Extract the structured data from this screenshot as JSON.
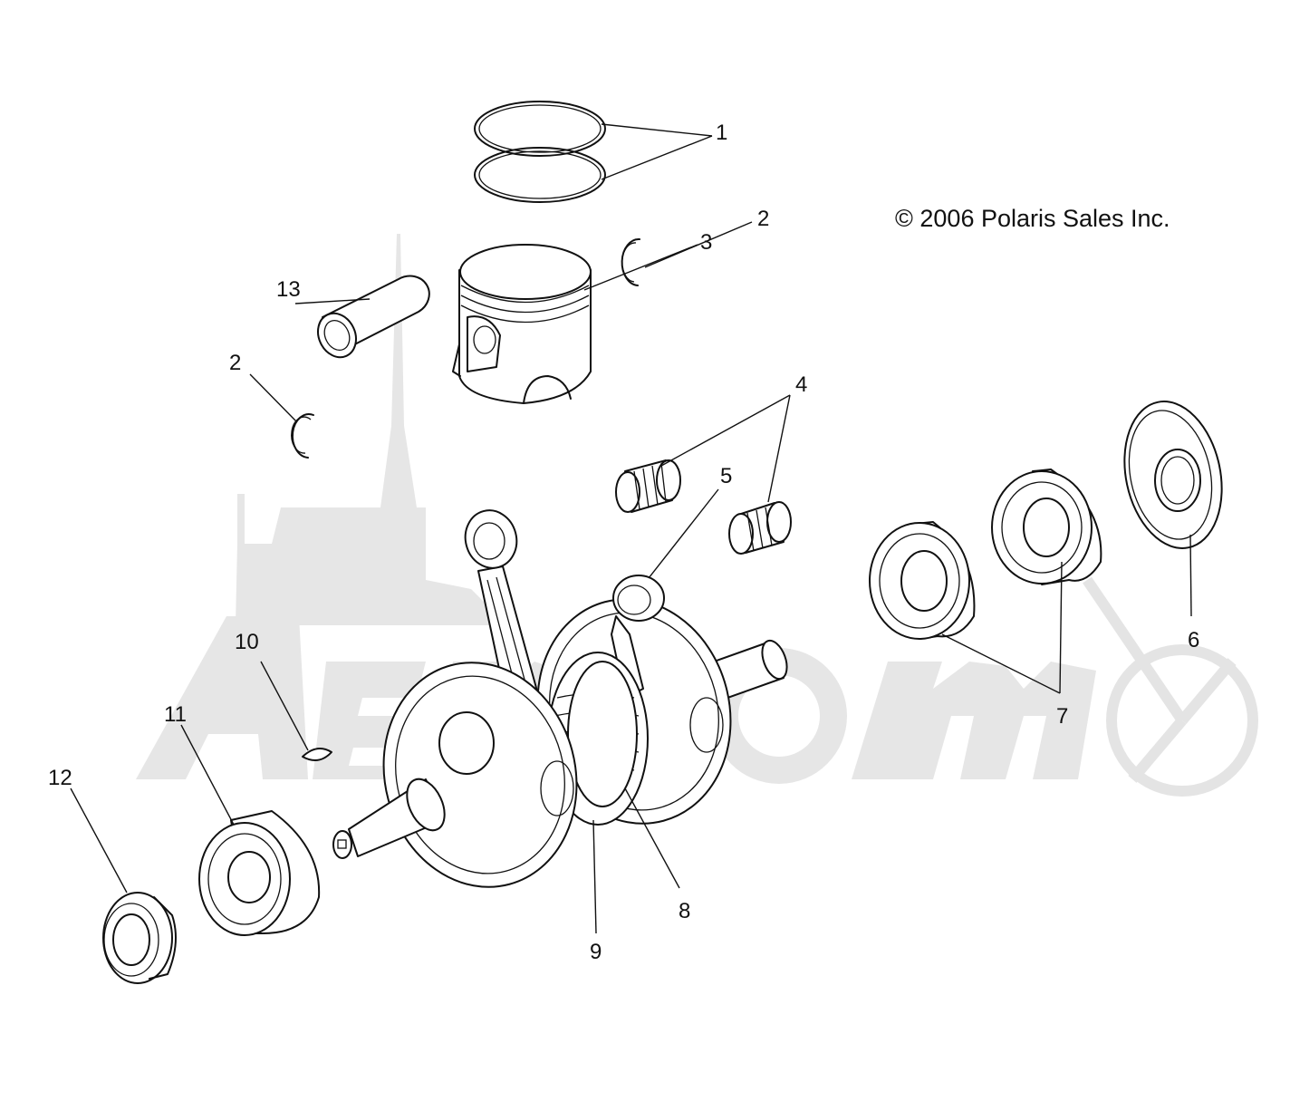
{
  "copyright": "© 2006 Polaris Sales Inc.",
  "callouts": [
    {
      "id": "c1",
      "label": "1"
    },
    {
      "id": "c2a",
      "label": "2"
    },
    {
      "id": "c2b",
      "label": "2"
    },
    {
      "id": "c3",
      "label": "3"
    },
    {
      "id": "c4",
      "label": "4"
    },
    {
      "id": "c5",
      "label": "5"
    },
    {
      "id": "c6",
      "label": "6"
    },
    {
      "id": "c7",
      "label": "7"
    },
    {
      "id": "c8",
      "label": "8"
    },
    {
      "id": "c9",
      "label": "9"
    },
    {
      "id": "c10",
      "label": "10"
    },
    {
      "id": "c11",
      "label": "11"
    },
    {
      "id": "c12",
      "label": "12"
    },
    {
      "id": "c13",
      "label": "13"
    }
  ]
}
